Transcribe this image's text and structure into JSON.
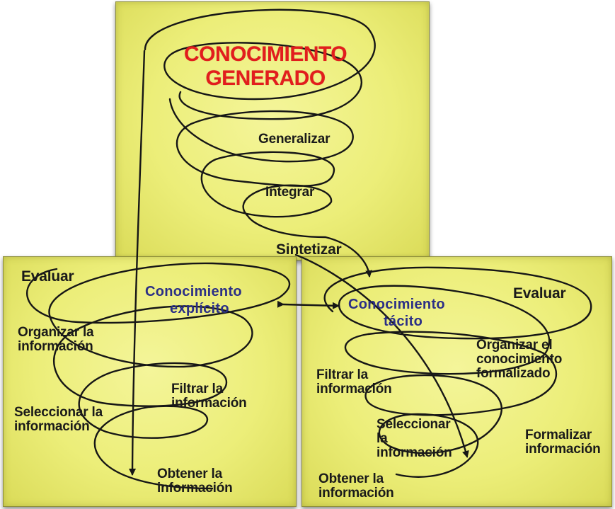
{
  "top": {
    "title_line1": "CONOCIMIENTO",
    "title_line2": "GENERADO",
    "steps": [
      "Generalizar",
      "Integrar",
      "Sintetizar"
    ]
  },
  "left": {
    "heading": "Evaluar",
    "knowledge_line1": "Conocimiento",
    "knowledge_line2": "explícito",
    "organize_line1": "Organizar la",
    "organize_line2": "información",
    "filter_line1": "Filtrar la",
    "filter_line2": "información",
    "select_line1": "Seleccionar la",
    "select_line2": "información",
    "obtain_line1": "Obtener la",
    "obtain_line2": "información"
  },
  "right": {
    "heading": "Evaluar",
    "knowledge_line1": "Conocimiento",
    "knowledge_line2": "tácito",
    "organize_line1": "Organizar el",
    "organize_line2": "conocimiento",
    "organize_line3": "formalizado",
    "filter_line1": "Filtrar la",
    "filter_line2": "información",
    "select_line1": "Seleccionar",
    "select_line2": "la",
    "select_line3": "información",
    "formalize_line1": "Formalizar",
    "formalize_line2": "información",
    "obtain_line1": "Obtener la",
    "obtain_line2": "información"
  },
  "colors": {
    "panel_fill": "#ecee79",
    "title_red": "#e21d1d",
    "knowledge_blue": "#2b2f86",
    "stroke": "#161616"
  }
}
